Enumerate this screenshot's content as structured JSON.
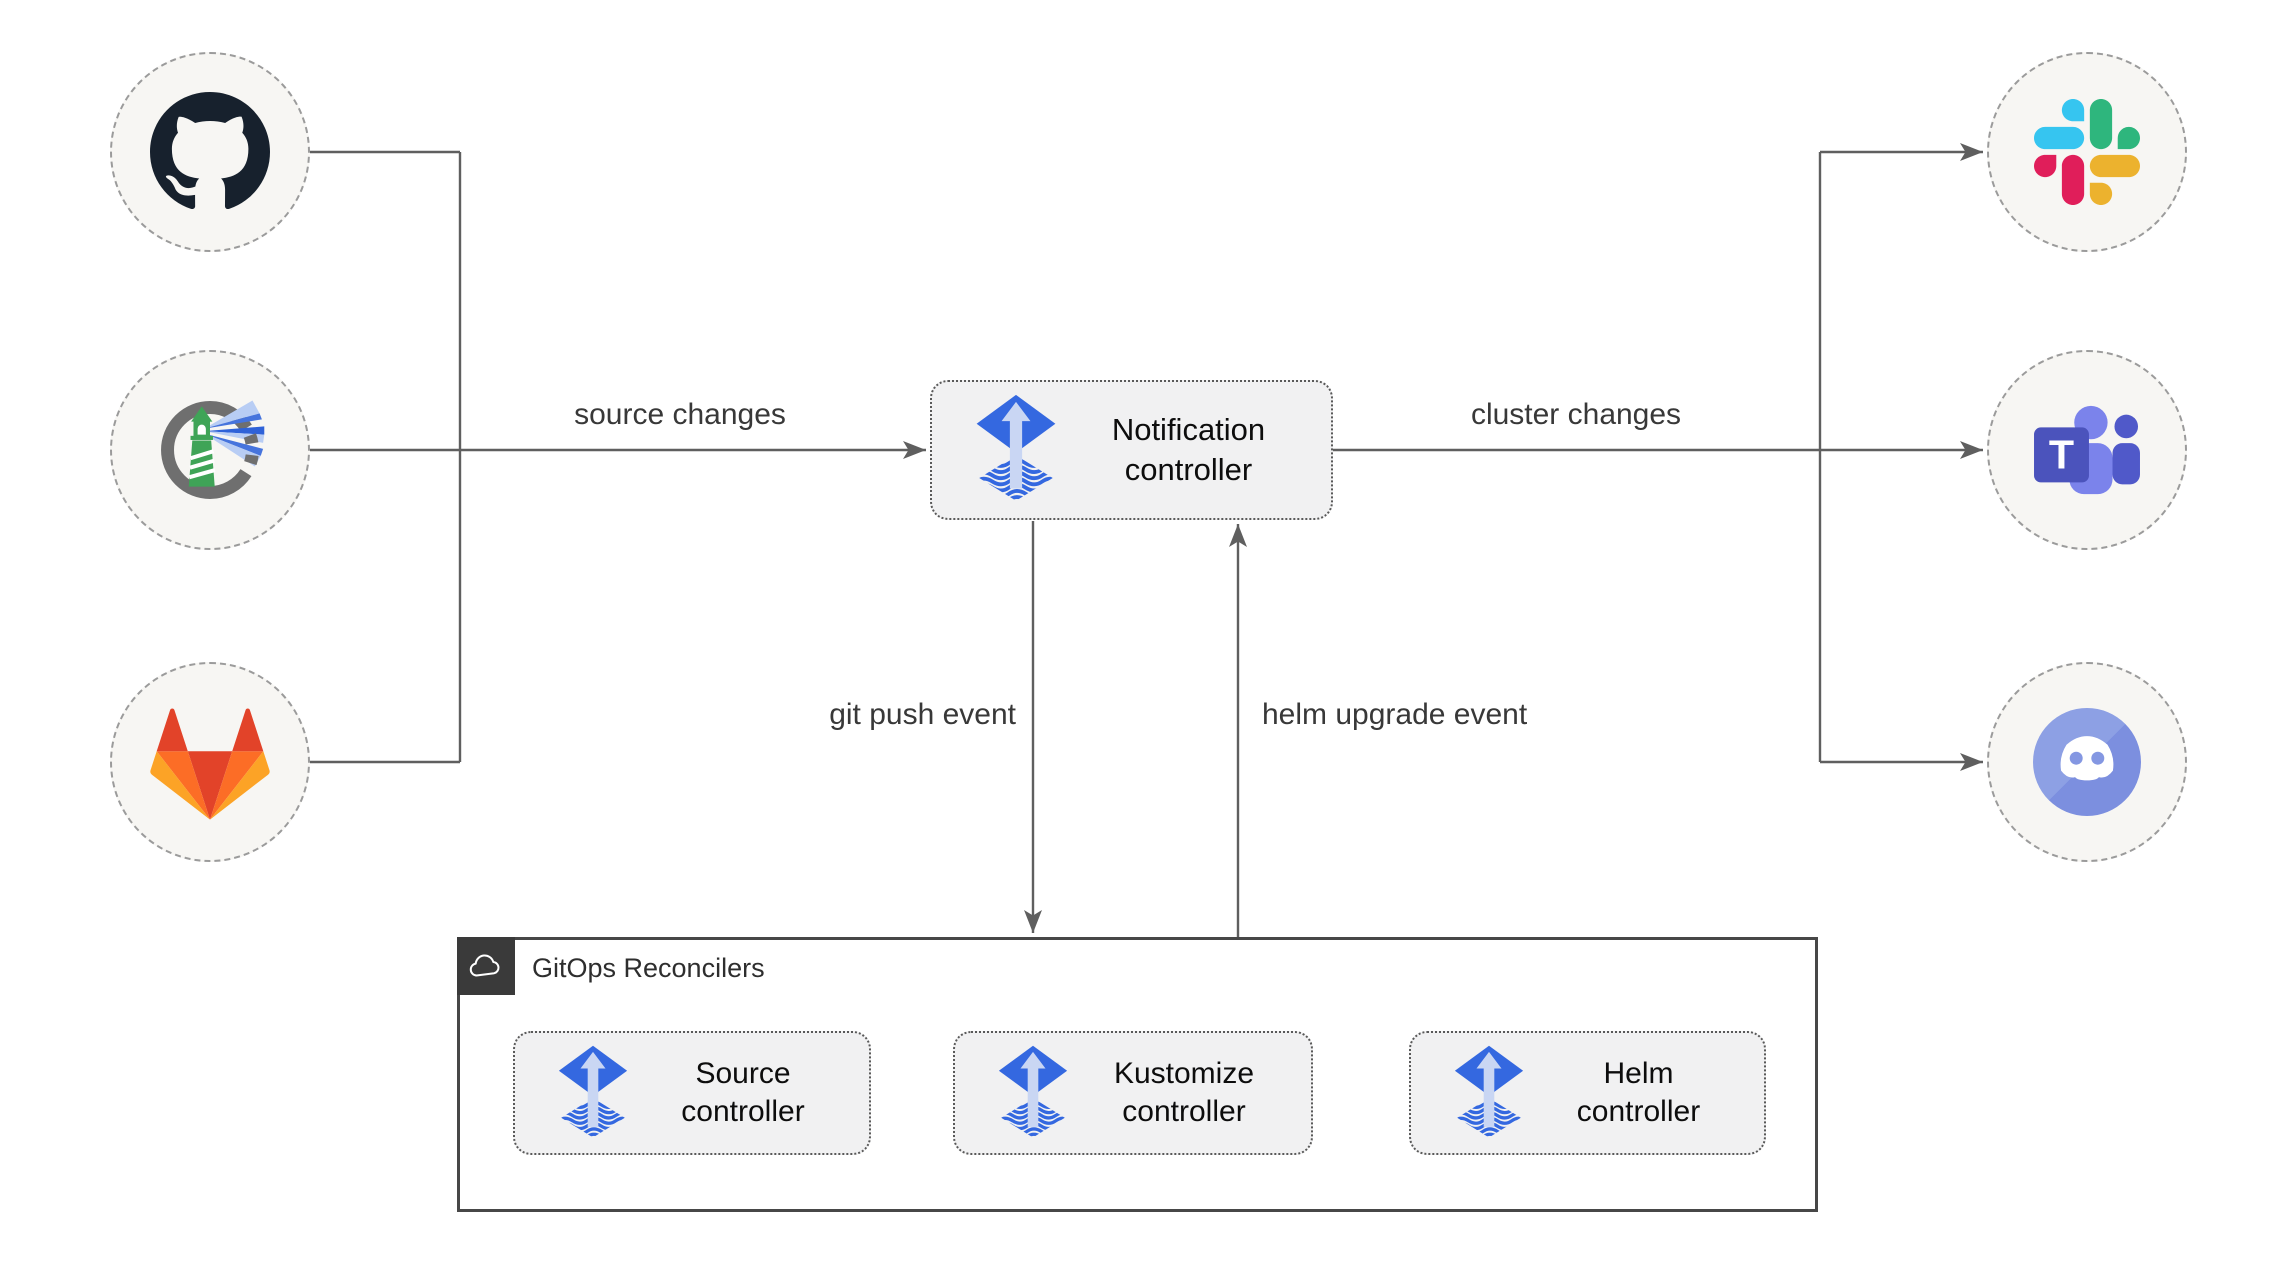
{
  "colors": {
    "background": "#ffffff",
    "connector": "#5f5f5f",
    "node_fill": "#f1f1f2",
    "node_border": "#595959",
    "circle_fill": "#f7f6f3",
    "circle_border": "#9b9b9b",
    "container_border": "#474747",
    "container_header_bg": "#3a3a3a",
    "flux_blue": "#3468e0",
    "flux_arrow_light": "#c9d6f3"
  },
  "sources": [
    {
      "icon": "github-icon"
    },
    {
      "icon": "harbor-icon"
    },
    {
      "icon": "gitlab-icon"
    }
  ],
  "targets": [
    {
      "icon": "slack-icon"
    },
    {
      "icon": "teams-icon",
      "letter": "T"
    },
    {
      "icon": "discord-icon"
    }
  ],
  "notification": {
    "line1": "Notification",
    "line2": "controller"
  },
  "edge_labels": {
    "source_changes": "source changes",
    "cluster_changes": "cluster changes",
    "git_push_event": "git push event",
    "helm_upgrade_event": "helm upgrade event"
  },
  "reconcilers": {
    "title": "GitOps Reconcilers",
    "items": [
      {
        "line1": "Source",
        "line2": "controller"
      },
      {
        "line1": "Kustomize",
        "line2": "controller"
      },
      {
        "line1": "Helm",
        "line2": "controller"
      }
    ]
  }
}
